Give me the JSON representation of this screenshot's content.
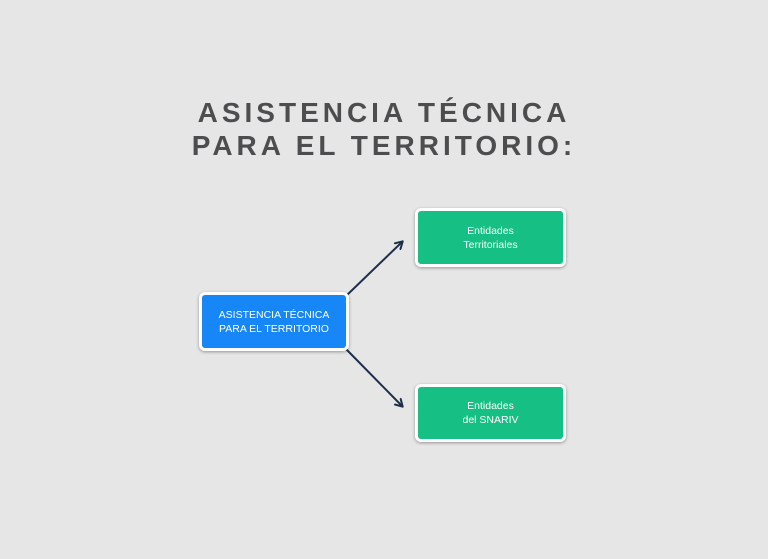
{
  "title": {
    "line1": "ASISTENCIA TÉCNICA",
    "line2": "PARA EL TERRITORIO:"
  },
  "nodes": {
    "root": {
      "label": "ASISTENCIA TÉCNICA\nPARA EL TERRITORIO",
      "color": "#1787f7"
    },
    "territoriales": {
      "label": "Entidades\nTerritoriales",
      "color": "#16c085"
    },
    "snariv": {
      "label": "Entidades\ndel SNARIV",
      "color": "#16c085"
    }
  },
  "edges": [
    {
      "from": "root",
      "to": "territoriales"
    },
    {
      "from": "root",
      "to": "snariv"
    }
  ],
  "colors": {
    "background": "#e6e6e6",
    "title": "#4d4d4f",
    "arrow": "#1e2f4a"
  }
}
